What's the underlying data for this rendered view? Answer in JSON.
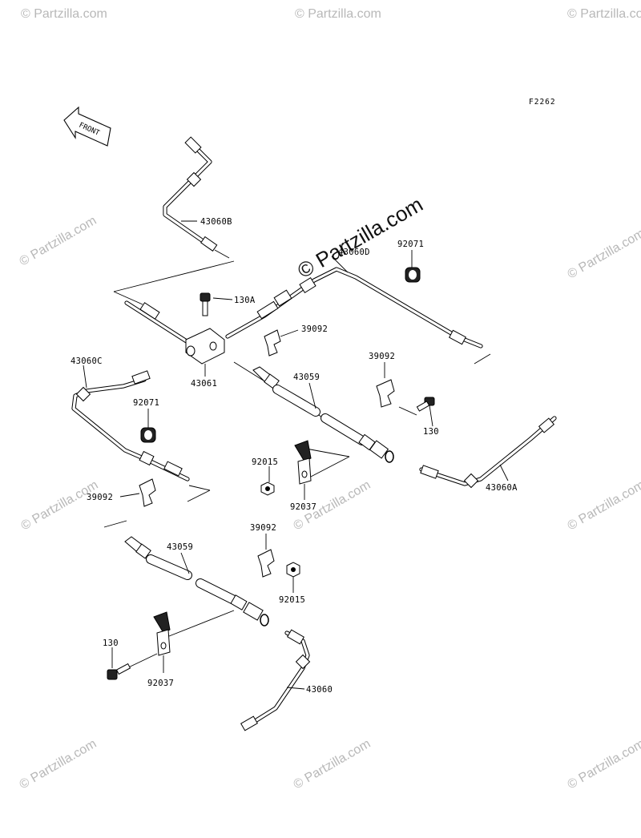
{
  "figure_code": "F2262",
  "front_label": "FRONT",
  "watermark": {
    "small": "© Partzilla.com",
    "center": "© Partzilla.com"
  },
  "labels": {
    "l_43060B": "43060B",
    "l_43060D": "43060D",
    "l_92071_top": "92071",
    "l_130A": "130A",
    "l_39092_a": "39092",
    "l_39092_b": "39092",
    "l_43061": "43061",
    "l_43060C": "43060C",
    "l_43059_top": "43059",
    "l_92071_left": "92071",
    "l_130_right": "130",
    "l_92015_mid": "92015",
    "l_43060A": "43060A",
    "l_92037_mid": "92037",
    "l_39092_c": "39092",
    "l_43059_bottom": "43059",
    "l_39092_d": "39092",
    "l_92015_bottom": "92015",
    "l_130_left": "130",
    "l_92037_bottom": "92037",
    "l_43060": "43060"
  }
}
